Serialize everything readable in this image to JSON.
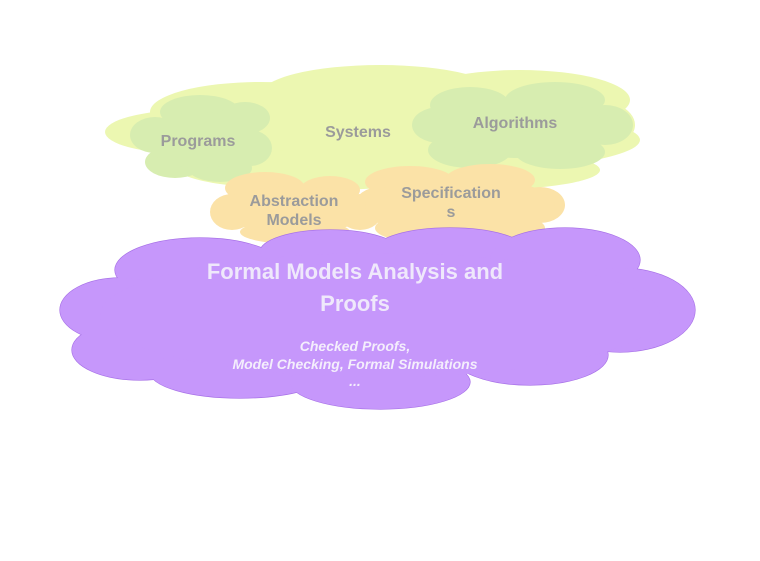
{
  "clouds": {
    "systems": {
      "label": "Systems",
      "color": "#ecf7b1"
    },
    "programs": {
      "label": "Programs",
      "color": "#d7edb0"
    },
    "algorithms": {
      "label": "Algorithms",
      "color": "#d7edb0"
    },
    "abstraction": {
      "label_line1": "Abstraction",
      "label_line2": "Models",
      "color": "#fbe2a7"
    },
    "specifications": {
      "label_line1": "Specification",
      "label_line2": "s",
      "color": "#fbe2a7"
    },
    "formal": {
      "title_line1": "Formal Models Analysis and",
      "title_line2": "Proofs",
      "sub_line1": "Checked Proofs,",
      "sub_line2": "Model Checking, Formal Simulations",
      "sub_line3": "...",
      "color": "#c697fb",
      "outline": "#a56ee6"
    }
  },
  "colors": {
    "label_grey": "#9b9b9b",
    "label_white": "#f3ecfc"
  }
}
